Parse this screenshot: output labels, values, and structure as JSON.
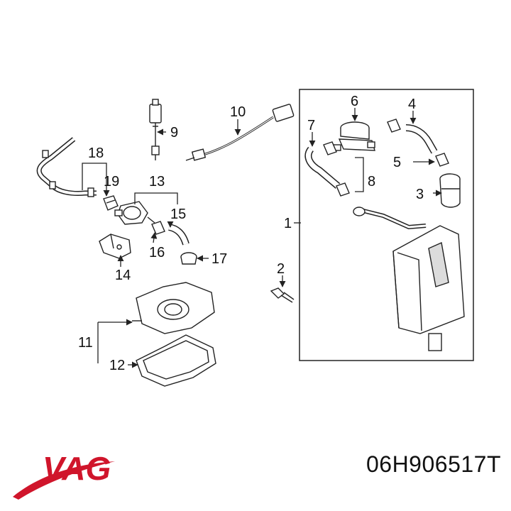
{
  "callouts": {
    "c1": "1",
    "c2": "2",
    "c3": "3",
    "c4": "4",
    "c5": "5",
    "c6": "6",
    "c7": "7",
    "c8": "8",
    "c9": "9",
    "c10": "10",
    "c11": "11",
    "c12": "12",
    "c13": "13",
    "c14": "14",
    "c15": "15",
    "c16": "16",
    "c17": "17",
    "c18": "18",
    "c19": "19"
  },
  "brand": {
    "logo_text": "VAG",
    "color": "#d0152b"
  },
  "part_number": "06H906517T",
  "colors": {
    "line": "#222222",
    "fill": "#ffffff",
    "shade": "#dcdcdc"
  }
}
